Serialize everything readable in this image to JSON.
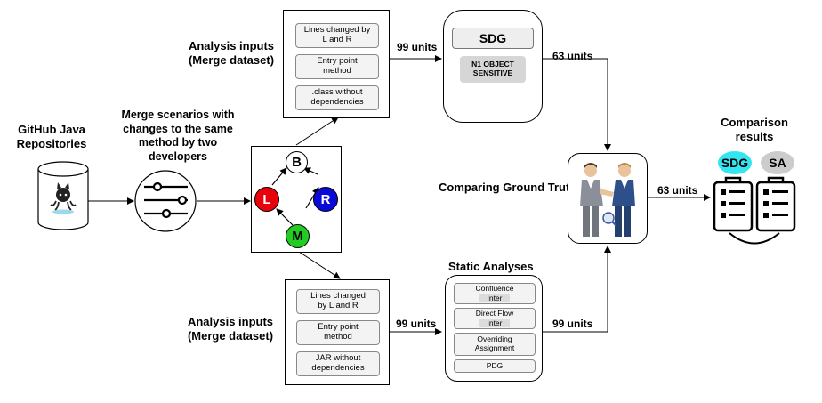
{
  "labels": {
    "github_repos": "GitHub Java\nRepositories",
    "merge_scenarios": "Merge scenarios with\nchanges to the same\nmethod by two\ndevelopers",
    "analysis_inputs_top": "Analysis inputs\n(Merge dataset)",
    "analysis_inputs_bottom": "Analysis inputs\n(Merge dataset)",
    "static_analyses": "Static Analyses",
    "comparing_ground_truth": "Comparing Ground Truth",
    "comparison_results": "Comparison\nresults"
  },
  "units": {
    "top_to_sdg": "99 units",
    "sdg_to_truth": "63 units",
    "bottom_to_static": "99 units",
    "static_to_truth": "99 units",
    "truth_to_results": "63 units"
  },
  "top_inputs": [
    "Lines changed by\nL and R",
    "Entry point\nmethod",
    ".class without\ndependencies"
  ],
  "bottom_inputs": [
    "Lines changed\nby L and R",
    "Entry point\nmethod",
    "JAR without\ndependencies"
  ],
  "sdg": {
    "title": "SDG",
    "option": "N1 OBJECT\nSENSITIVE"
  },
  "static_list": [
    {
      "name": "Confluence",
      "sub": "Inter"
    },
    {
      "name": "Direct Flow",
      "sub": "Inter"
    },
    {
      "name": "Overriding\nAssignment",
      "sub": ""
    },
    {
      "name": "PDG",
      "sub": ""
    }
  ],
  "merge_nodes": {
    "base": "B",
    "left": "L",
    "right": "R",
    "merge": "M"
  },
  "result_badges": {
    "sdg": "SDG",
    "sa": "SA"
  },
  "colors": {
    "left": "#e8000b",
    "right": "#0a0ad8",
    "merge": "#22cc22",
    "sdg_badge": "#33e5f0",
    "sa_badge": "#cccccc",
    "sdg_title_box": "#eeeeee",
    "sdg_option_box": "#d6d6d6"
  },
  "icons": [
    "database-icon",
    "github-octocat-icon",
    "sliders-icon",
    "handshake-icon",
    "clipboard-checklist-icon"
  ]
}
